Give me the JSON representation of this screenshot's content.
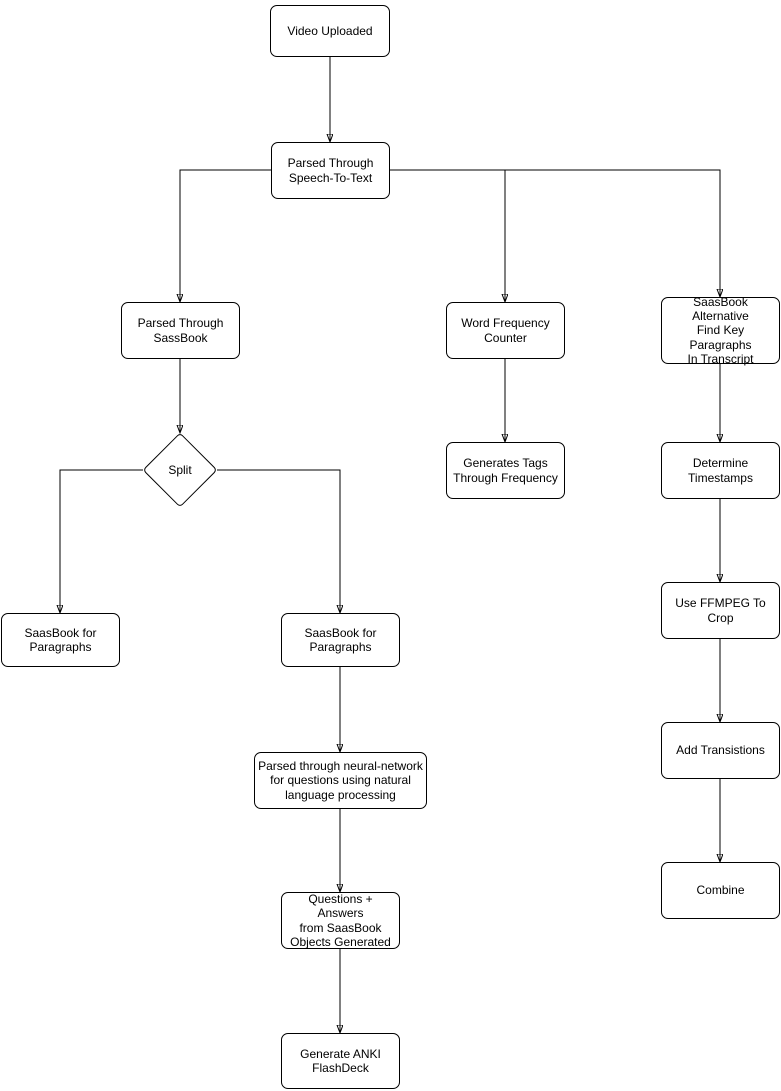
{
  "diagram": {
    "background_color": "#ffffff",
    "stroke_color": "#000000",
    "nodes": {
      "video_uploaded": {
        "label": "Video Uploaded",
        "shape": "rounded-rect"
      },
      "speech_to_text": {
        "label": "Parsed Through\nSpeech-To-Text",
        "shape": "rounded-rect"
      },
      "parsed_sassbook": {
        "label": "Parsed Through\nSassBook",
        "shape": "rounded-rect"
      },
      "word_frequency_counter": {
        "label": "Word Frequency\nCounter",
        "shape": "rounded-rect"
      },
      "saasbook_alternative": {
        "label": "SaasBook Alternative\nFind Key Paragraphs\nIn Transcript",
        "shape": "rounded-rect"
      },
      "split": {
        "label": "Split",
        "shape": "diamond"
      },
      "generates_tags": {
        "label": "Generates Tags\nThrough Frequency",
        "shape": "rounded-rect"
      },
      "determine_timestamps": {
        "label": "Determine\nTimestamps",
        "shape": "rounded-rect"
      },
      "saasbook_paragraphs_left": {
        "label": "SaasBook for\nParagraphs",
        "shape": "rounded-rect"
      },
      "saasbook_paragraphs_right": {
        "label": "SaasBook for\nParagraphs",
        "shape": "rounded-rect"
      },
      "use_ffmpeg": {
        "label": "Use FFMPEG To\nCrop",
        "shape": "rounded-rect"
      },
      "neural_network": {
        "label": "Parsed through neural-network\nfor questions using natural\nlanguage processing",
        "shape": "rounded-rect"
      },
      "add_transitions": {
        "label": "Add Transistions",
        "shape": "rounded-rect"
      },
      "questions_answers": {
        "label": "Questions + Answers\nfrom SaasBook\nObjects Generated",
        "shape": "rounded-rect"
      },
      "combine": {
        "label": "Combine",
        "shape": "rounded-rect"
      },
      "generate_anki": {
        "label": "Generate ANKI\nFlashDeck",
        "shape": "rounded-rect"
      }
    },
    "edges": [
      {
        "from": "video_uploaded",
        "to": "speech_to_text"
      },
      {
        "from": "speech_to_text",
        "to": "parsed_sassbook"
      },
      {
        "from": "speech_to_text",
        "to": "word_frequency_counter"
      },
      {
        "from": "speech_to_text",
        "to": "saasbook_alternative"
      },
      {
        "from": "parsed_sassbook",
        "to": "split"
      },
      {
        "from": "split",
        "to": "saasbook_paragraphs_left"
      },
      {
        "from": "split",
        "to": "saasbook_paragraphs_right"
      },
      {
        "from": "saasbook_paragraphs_right",
        "to": "neural_network"
      },
      {
        "from": "neural_network",
        "to": "questions_answers"
      },
      {
        "from": "questions_answers",
        "to": "generate_anki"
      },
      {
        "from": "word_frequency_counter",
        "to": "generates_tags"
      },
      {
        "from": "saasbook_alternative",
        "to": "determine_timestamps"
      },
      {
        "from": "determine_timestamps",
        "to": "use_ffmpeg"
      },
      {
        "from": "use_ffmpeg",
        "to": "add_transitions"
      },
      {
        "from": "add_transitions",
        "to": "combine"
      }
    ]
  }
}
